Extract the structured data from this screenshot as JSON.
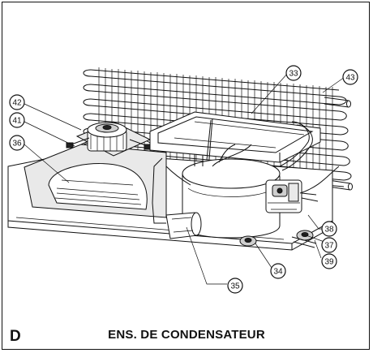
{
  "figure": {
    "section_letter": "D",
    "caption": "ENS. DE CONDENSATEUR"
  },
  "callouts": {
    "c33": "33",
    "c34": "34",
    "c35": "35",
    "c36": "36",
    "c37": "37",
    "c38": "38",
    "c39": "39",
    "c41": "41",
    "c42": "42",
    "c43": "43"
  }
}
